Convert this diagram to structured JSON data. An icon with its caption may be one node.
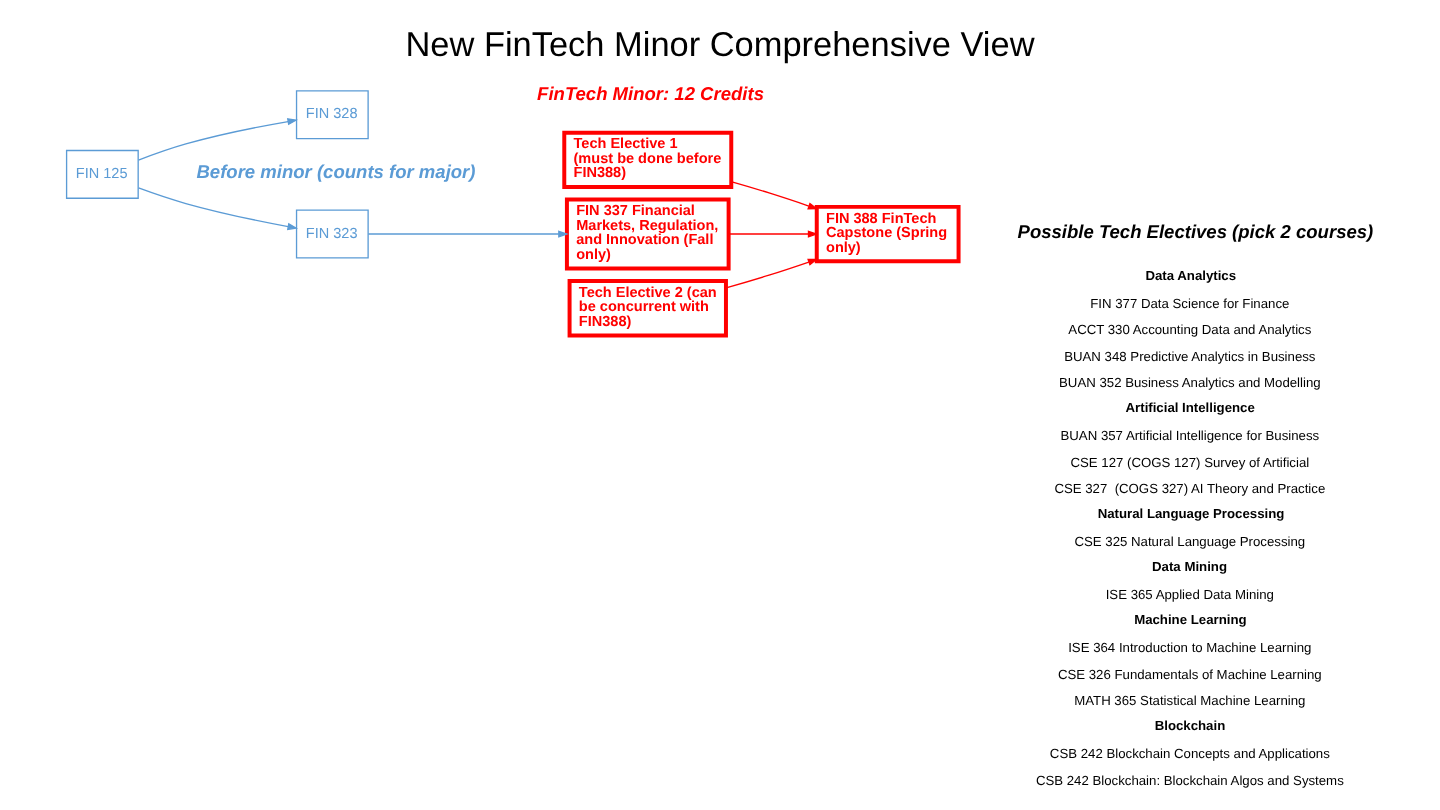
{
  "diagram": {
    "title": "New FinTech Minor Comprehensive View",
    "nodes": [
      {
        "text": [
          "FIN 125"
        ]
      },
      {
        "text": [
          "FIN 323"
        ]
      },
      {
        "text": [
          "FIN 328"
        ]
      },
      {
        "text": [
          "FIN 337 Financial Markets, Regulation, and Innovation (Fall only)"
        ]
      },
      {
        "text": [
          "Tech Elective 1 (must be done before FIN388)"
        ]
      },
      {
        "text": [
          "FIN 388 FinTech Capstone (Spring only)"
        ]
      },
      {
        "text": [
          "Tech Elective 2 (can be concurrent with FIN388)"
        ]
      }
    ],
    "edges": [
      {
        "from": 0,
        "to": 1,
        "arrow": "to",
        "color": "#5b9bd5"
      },
      {
        "from": 0,
        "to": 2,
        "arrow": "to",
        "color": "#5b9bd5"
      },
      {
        "from": 1,
        "to": 3,
        "arrow": "to",
        "color": "#5b9bd5"
      },
      {
        "from": 4,
        "to": 5,
        "arrow": "to",
        "color": "#ff0000"
      },
      {
        "from": 3,
        "to": 5,
        "arrow": "to",
        "color": "#ff0000"
      },
      {
        "from": 6,
        "to": 5,
        "arrow": "to",
        "color": "#ff0000"
      }
    ],
    "labels": [
      "Before minor (counts for major)",
      "FinTech Minor: 12 Credits",
      "Possible Tech Electives (pick 2 courses)",
      "Data Analytics",
      "FIN 377 Data Science for Finance",
      "ACCT 330 Accounting Data and Analytics",
      "BUAN 348 Predictive Analytics in Business",
      "BUAN 352 Business Analytics and Modelling",
      "Artificial Intelligence",
      "BUAN 357 Artificial Intelligence for Business",
      "CSE 127 (COGS 127) Survey of Artificial",
      "CSE 327  (COGS 327) AI Theory and Practice",
      "Natural Language Processing",
      "CSE 325 Natural Language Processing",
      "Data Mining",
      "ISE 365 Applied Data Mining",
      "Machine Learning",
      "ISE 364 Introduction to Machine Learning",
      "CSE 326 Fundamentals of Machine Learning",
      "MATH 365 Statistical Machine Learning",
      "Blockchain",
      "CSB 242 Blockchain Concepts and Applications",
      "CSB 242 Blockchain: Blockchain Algos and Systems"
    ]
  }
}
